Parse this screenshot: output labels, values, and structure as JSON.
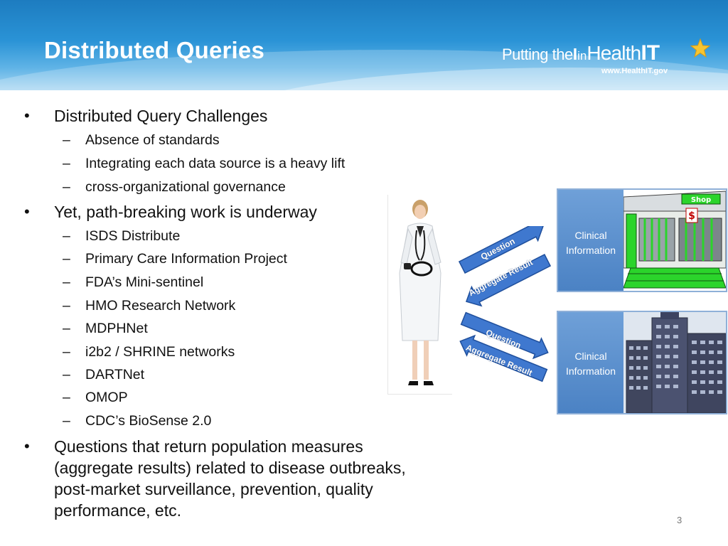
{
  "slide": {
    "title": "Distributed Queries",
    "page_number": "3"
  },
  "logo": {
    "tag_putting": "Putting the",
    "tag_i": "I",
    "tag_in": "in",
    "tag_health": "Health",
    "tag_it": "IT",
    "url": "www.HealthIT.gov",
    "icon": "star-icon"
  },
  "bullets": [
    {
      "text": "Distributed Query Challenges",
      "sub": [
        "Absence of standards",
        "Integrating each data source is a heavy lift",
        "cross-organizational governance"
      ]
    },
    {
      "text": "Yet, path-breaking work is underway",
      "sub": [
        "ISDS Distribute",
        "Primary Care Information Project",
        "FDA’s Mini-sentinel",
        "HMO Research Network",
        "MDPHNet",
        "i2b2 / SHRINE networks",
        "DARTNet",
        "OMOP",
        "CDC’s BioSense 2.0"
      ]
    },
    {
      "text": "Questions that return population measures (aggregate results) related to disease outbreaks, post-market surveillance, prevention, quality performance, etc.",
      "sub": []
    }
  ],
  "markers": {
    "bullet": "•",
    "dash": "–"
  },
  "diagram": {
    "clinics": [
      {
        "line1": "Clinical",
        "line2": "Information"
      },
      {
        "line1": "Clinical",
        "line2": "Information"
      }
    ],
    "arrows": {
      "question": "Question",
      "aggregate": "Aggregate Result"
    },
    "shop_sign": "Shop",
    "colors": {
      "arrow_fill": "#3f78cf",
      "arrow_stroke": "#1f4f9c",
      "panel": "#5b8fcf",
      "pharmacy_green": "#2bd42b"
    }
  }
}
